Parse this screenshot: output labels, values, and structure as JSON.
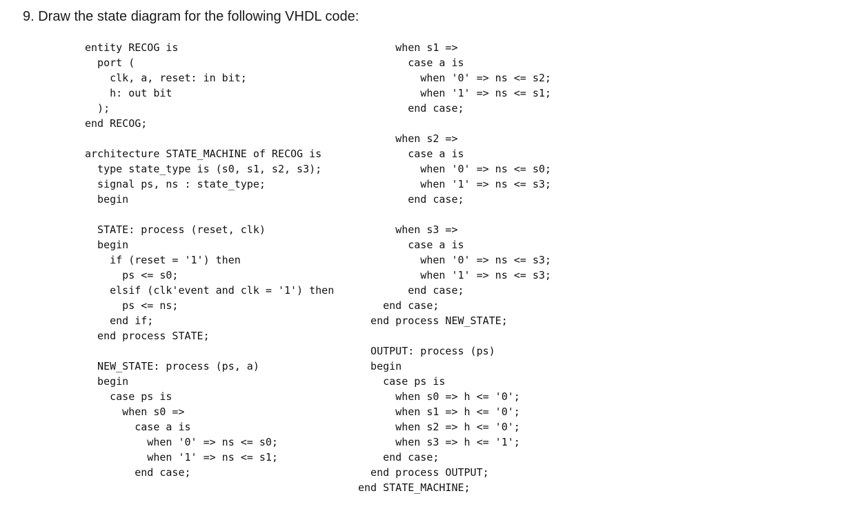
{
  "question": {
    "text": "9. Draw the state diagram for the following VHDL code:"
  },
  "code_left": [
    "entity RECOG is",
    "  port (",
    "    clk, a, reset: in bit;",
    "    h: out bit",
    "  );",
    "end RECOG;",
    "",
    "architecture STATE_MACHINE of RECOG is",
    "  type state_type is (s0, s1, s2, s3);",
    "  signal ps, ns : state_type;",
    "  begin",
    "",
    "  STATE: process (reset, clk)",
    "  begin",
    "    if (reset = '1') then",
    "      ps <= s0;",
    "    elsif (clk'event and clk = '1') then",
    "      ps <= ns;",
    "    end if;",
    "  end process STATE;",
    "",
    "  NEW_STATE: process (ps, a)",
    "  begin",
    "    case ps is",
    "      when s0 =>",
    "        case a is",
    "          when '0' => ns <= s0;",
    "          when '1' => ns <= s1;",
    "        end case;"
  ],
  "code_right": [
    "      when s1 =>",
    "        case a is",
    "          when '0' => ns <= s2;",
    "          when '1' => ns <= s1;",
    "        end case;",
    "",
    "      when s2 =>",
    "        case a is",
    "          when '0' => ns <= s0;",
    "          when '1' => ns <= s3;",
    "        end case;",
    "",
    "      when s3 =>",
    "        case a is",
    "          when '0' => ns <= s3;",
    "          when '1' => ns <= s3;",
    "        end case;",
    "    end case;",
    "  end process NEW_STATE;",
    "",
    "  OUTPUT: process (ps)",
    "  begin",
    "    case ps is",
    "      when s0 => h <= '0';",
    "      when s1 => h <= '0';",
    "      when s2 => h <= '0';",
    "      when s3 => h <= '1';",
    "    end case;",
    "  end process OUTPUT;",
    "end STATE_MACHINE;"
  ]
}
